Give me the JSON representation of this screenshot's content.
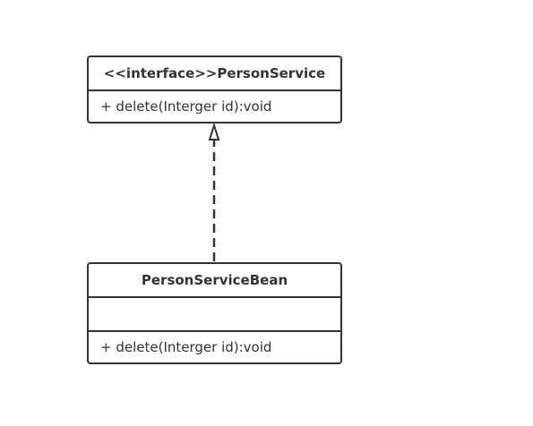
{
  "diagram": {
    "interface_class": {
      "name": "<<interface>>PersonService",
      "methods": [
        "+ delete(Interger id):void"
      ]
    },
    "implementation_class": {
      "name": "PersonServiceBean",
      "attributes": [],
      "methods": [
        "+ delete(Interger id):void"
      ]
    },
    "relationship": {
      "type": "realization",
      "from": "PersonServiceBean",
      "to": "PersonService"
    }
  }
}
